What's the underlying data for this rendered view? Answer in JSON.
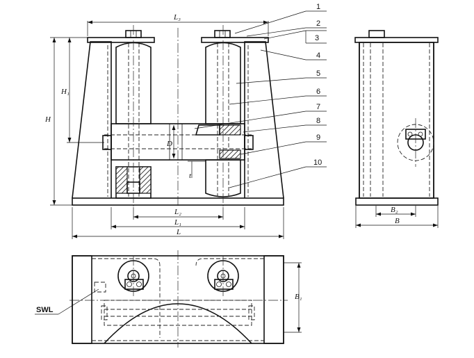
{
  "callouts": [
    "1",
    "2",
    "3",
    "4",
    "5",
    "6",
    "7",
    "8",
    "9",
    "10"
  ],
  "dimensions": {
    "L3": "L₃",
    "H": "H",
    "H1": "H₁",
    "D": "D",
    "t": "t",
    "L2": "L₂",
    "L1": "L₁",
    "L": "L",
    "B2": "B₂",
    "B": "B",
    "B1": "B₁"
  },
  "marks": {
    "swl": "SWL"
  }
}
